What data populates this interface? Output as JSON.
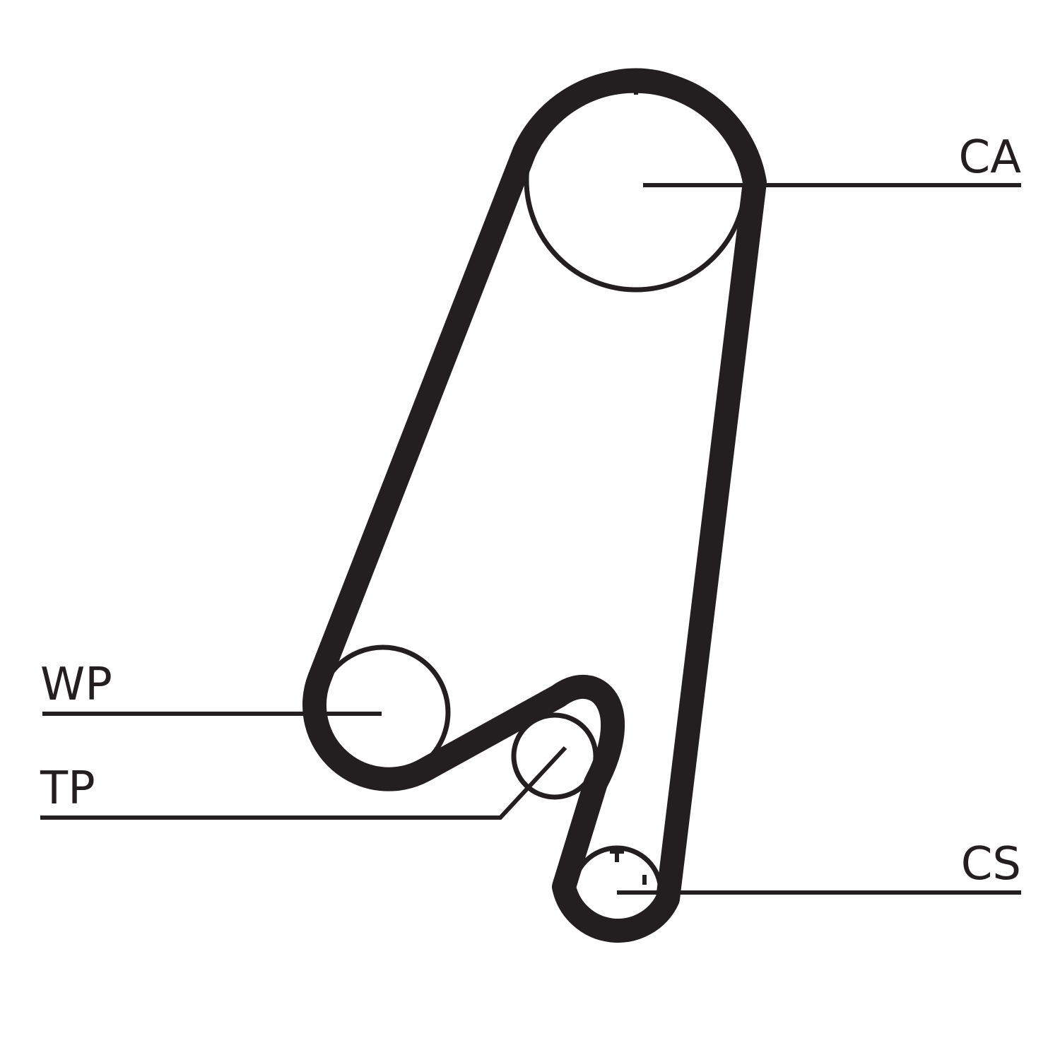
{
  "labels": {
    "ca": "CA",
    "wp": "WP",
    "tp": "TP",
    "cs": "CS"
  },
  "colors": {
    "ink": "#231f20",
    "background": "#ffffff"
  }
}
